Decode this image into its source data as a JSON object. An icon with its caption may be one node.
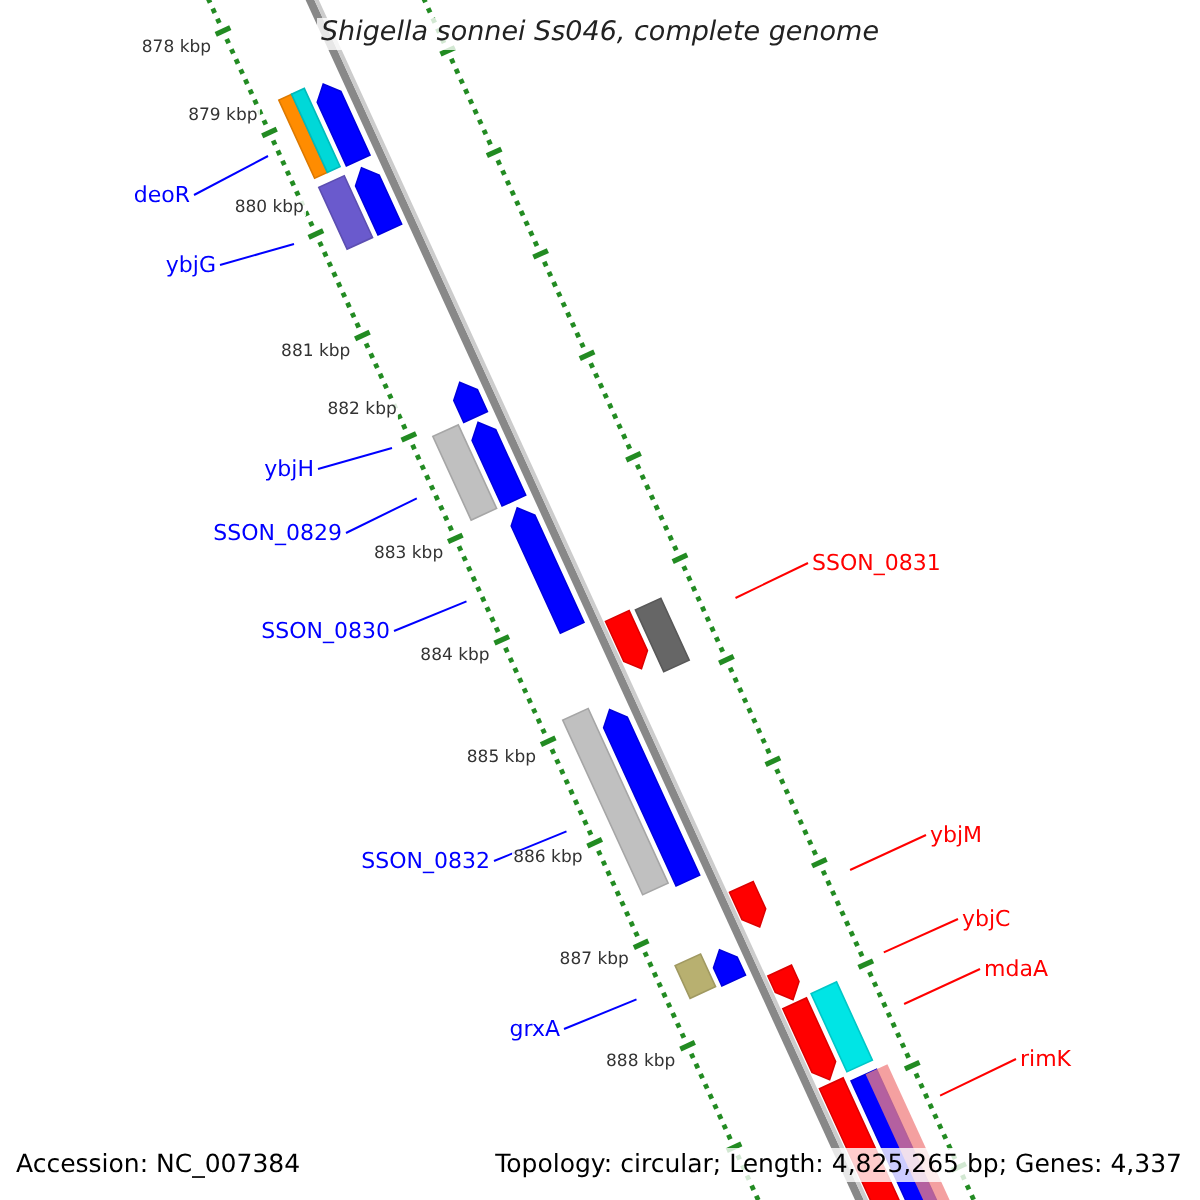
{
  "diagram": {
    "title": "Shigella sonnei Ss046, complete genome",
    "nodes": [
      {
        "text": [
          "deoR"
        ]
      },
      {
        "text": [
          "ybjG"
        ]
      },
      {
        "text": [
          "ybjH"
        ]
      },
      {
        "text": [
          "SSON_0829"
        ]
      },
      {
        "text": [
          "SSON_0830"
        ]
      },
      {
        "text": [
          "SSON_0831"
        ]
      },
      {
        "text": [
          "SSON_0832"
        ]
      },
      {
        "text": [
          "ybjM"
        ]
      },
      {
        "text": [
          "ybjC"
        ]
      },
      {
        "text": [
          "mdaA"
        ]
      },
      {
        "text": [
          "grxA"
        ]
      },
      {
        "text": [
          "rimK"
        ]
      }
    ],
    "edges": [
      {
        "from": 0,
        "to": null,
        "arrow": "none"
      },
      {
        "from": 1,
        "to": null,
        "arrow": "none"
      },
      {
        "from": 2,
        "to": null,
        "arrow": "none"
      },
      {
        "from": 3,
        "to": null,
        "arrow": "none"
      },
      {
        "from": 4,
        "to": null,
        "arrow": "none"
      },
      {
        "from": 5,
        "to": null,
        "arrow": "none",
        "color": "#ff0000"
      },
      {
        "from": 6,
        "to": null,
        "arrow": "none"
      },
      {
        "from": 7,
        "to": null,
        "arrow": "none",
        "color": "#ff0000"
      },
      {
        "from": 8,
        "to": null,
        "arrow": "none",
        "color": "#ff0000"
      },
      {
        "from": 9,
        "to": null,
        "arrow": "none",
        "color": "#ff0000"
      },
      {
        "from": 10,
        "to": null,
        "arrow": "none"
      },
      {
        "from": 11,
        "to": null,
        "arrow": "none",
        "color": "#ff0000"
      }
    ],
    "labels": [
      "878 kbp",
      "879 kbp",
      "880 kbp",
      "881 kbp",
      "882 kbp",
      "883 kbp",
      "884 kbp",
      "885 kbp",
      "886 kbp",
      "887 kbp",
      "888 kbp",
      "Accession: NC_007384",
      "Topology: circular; Length: 4,825,265 bp; Genes: 4,337"
    ]
  }
}
